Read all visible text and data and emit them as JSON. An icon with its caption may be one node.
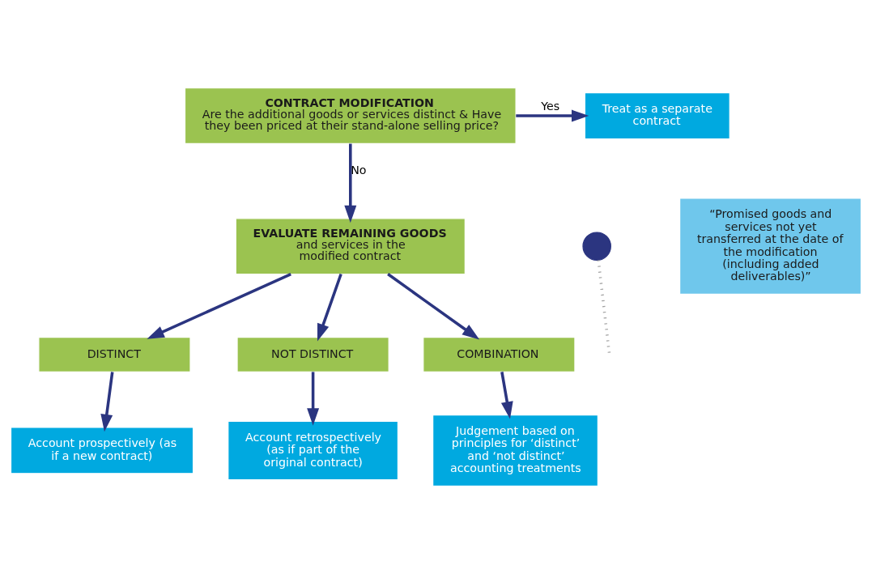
{
  "diagram": {
    "nodes": [
      {
        "text": [
          "CONTRACT MODIFICATION",
          "Are the additional goods or services distinct & Have they been priced at their stand-alone selling price?"
        ]
      },
      {
        "text": [
          "Treat as a separate contract"
        ]
      },
      {
        "text": [
          "EVALUATE REMAINING GOODS",
          "and services in the modified contract"
        ]
      },
      {
        "text": [],
        "shape": "circle"
      },
      {
        "text": [
          "“Promised goods and services not yet transferred at the date of the modification (including added deliverables)”"
        ]
      },
      {
        "text": [
          "DISTINCT"
        ]
      },
      {
        "text": [
          "NOT DISTINCT"
        ]
      },
      {
        "text": [
          "COMBINATION"
        ]
      },
      {
        "text": [
          "Account prospectively (as if a new contract)"
        ]
      },
      {
        "text": [
          "Account retrospectively (as if part of the original contract)"
        ]
      },
      {
        "text": [
          "Judgement based on principles for ‘distinct’ and ‘not distinct’ accounting treatments"
        ]
      }
    ],
    "edges": [
      {
        "from": 0,
        "to": 1,
        "arrow": "to",
        "label": "Yes"
      },
      {
        "from": 0,
        "to": 2,
        "arrow": "to",
        "label": "No"
      },
      {
        "from": 3,
        "to": null,
        "arrow": "none",
        "style": "dashed",
        "color": "#a0a0a0"
      },
      {
        "from": 2,
        "to": 5,
        "arrow": "to"
      },
      {
        "from": 2,
        "to": 6,
        "arrow": "to"
      },
      {
        "from": 2,
        "to": 7,
        "arrow": "to"
      },
      {
        "from": 5,
        "to": 8,
        "arrow": "to"
      },
      {
        "from": 6,
        "to": 9,
        "arrow": "to"
      },
      {
        "from": 7,
        "to": 10,
        "arrow": "to"
      }
    ]
  }
}
